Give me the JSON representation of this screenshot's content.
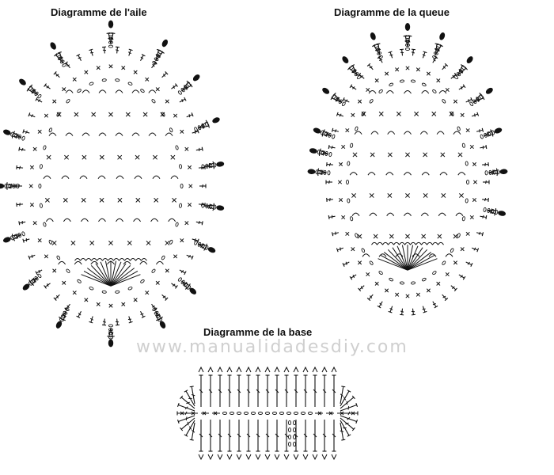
{
  "titles": {
    "wing": "Diagramme de l'aile",
    "tail": "Diagramme de la queue",
    "base": "Diagramme de la base"
  },
  "watermark": "www.manualidadesdiy.com",
  "colors": {
    "ink": "#111111",
    "watermark": "#cfcfcf",
    "background": "#ffffff"
  },
  "icons": [
    "bobble-stitch-icon",
    "chain-stitch-icon",
    "single-crochet-icon",
    "double-crochet-icon",
    "shell-arc-icon"
  ]
}
